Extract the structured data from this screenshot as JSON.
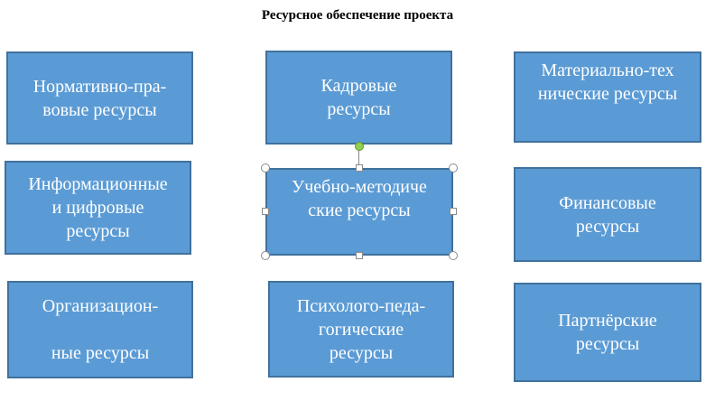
{
  "title": "Ресурсное обеспечение проекта",
  "boxes": {
    "normative": "Нормативно-пра-\nвовые ресурсы",
    "personnel": "Кадровые\nресурсы",
    "material": "Материально-тех\nнические ресурсы",
    "information": "Информационные\nи цифровые\nресурсы",
    "educational": "Учебно-методиче\nские ресурсы",
    "financial": "Финансовые\nресурсы",
    "organizational": "Организацион-\n\nные ресурсы",
    "psychological": "Психолого-педа-\nгогические\nресурсы",
    "partner": "Партнёрские\nресурсы"
  }
}
